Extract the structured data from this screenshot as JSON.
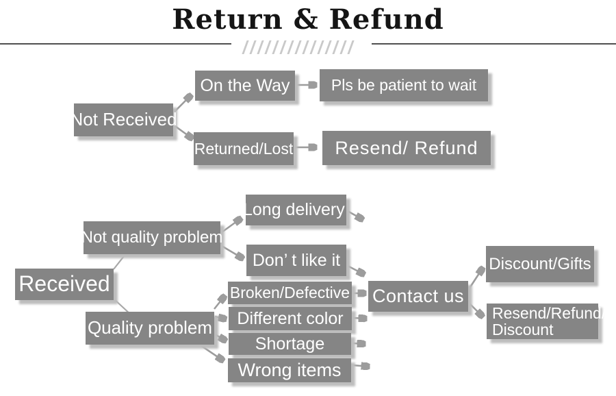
{
  "title": "Return & Refund",
  "decoration": {
    "hatch_stroke_count": 15
  },
  "colors": {
    "box_fill": "#858585",
    "box_text": "#ffffff",
    "arrow": "#9c9c9c",
    "title": "#151515",
    "rule": "#4f4f4f",
    "hatch": "#c9c9c9"
  },
  "flowchart": {
    "nodes": {
      "not_received": "Not Received",
      "on_the_way": "On the Way",
      "pls_wait": "Pls be patient to wait",
      "returned_lost": "Returned/Lost",
      "resend_refund": "Resend/ Refund",
      "received": "Received",
      "not_quality_problem": "Not quality problem",
      "long_delivery": "Long delivery",
      "dont_like_it": "Don’ t like it",
      "quality_problem": "Quality problem",
      "broken_defective": "Broken/Defective",
      "different_color": "Different color",
      "shortage": "Shortage",
      "wrong_items": "Wrong items",
      "contact_us": "Contact us",
      "discount_gifts": "Discount/Gifts",
      "resend_refund_discount_line1": "Resend/Refund/",
      "resend_refund_discount_line2": "Discount"
    },
    "edges": [
      {
        "from": "Not Received",
        "to": "On the Way"
      },
      {
        "from": "Not Received",
        "to": "Returned/Lost"
      },
      {
        "from": "On the Way",
        "to": "Pls be patient to wait"
      },
      {
        "from": "Returned/Lost",
        "to": "Resend/ Refund"
      },
      {
        "from": "Received",
        "to": "Not quality problem"
      },
      {
        "from": "Received",
        "to": "Quality problem"
      },
      {
        "from": "Not quality problem",
        "to": "Long delivery"
      },
      {
        "from": "Not quality problem",
        "to": "Don’ t like it"
      },
      {
        "from": "Long delivery",
        "to": "Contact us"
      },
      {
        "from": "Don’ t like it",
        "to": "Contact us"
      },
      {
        "from": "Quality problem",
        "to": "Broken/Defective"
      },
      {
        "from": "Quality problem",
        "to": "Different color"
      },
      {
        "from": "Quality problem",
        "to": "Shortage"
      },
      {
        "from": "Quality problem",
        "to": "Wrong items"
      },
      {
        "from": "Broken/Defective",
        "to": "Contact us"
      },
      {
        "from": "Different color",
        "to": "Contact us"
      },
      {
        "from": "Shortage",
        "to": "Contact us"
      },
      {
        "from": "Wrong items",
        "to": "Contact us"
      },
      {
        "from": "Contact us",
        "to": "Discount/Gifts"
      },
      {
        "from": "Contact us",
        "to": "Resend/Refund/ Discount"
      }
    ]
  }
}
